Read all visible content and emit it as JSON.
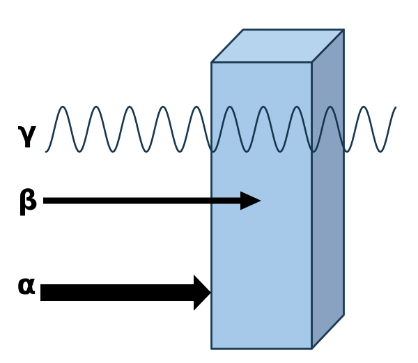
{
  "diagram": {
    "labels": {
      "gamma": "γ",
      "beta": "β",
      "alpha": "α"
    },
    "colors": {
      "background": "#ffffff",
      "block_front": "#a6c9e9",
      "block_top": "#b7d4ee",
      "block_side": "#8aa2c1",
      "block_outline": "#1b3a52",
      "wave": "#16364e",
      "arrow": "#000000",
      "label_text": "#000000"
    }
  }
}
